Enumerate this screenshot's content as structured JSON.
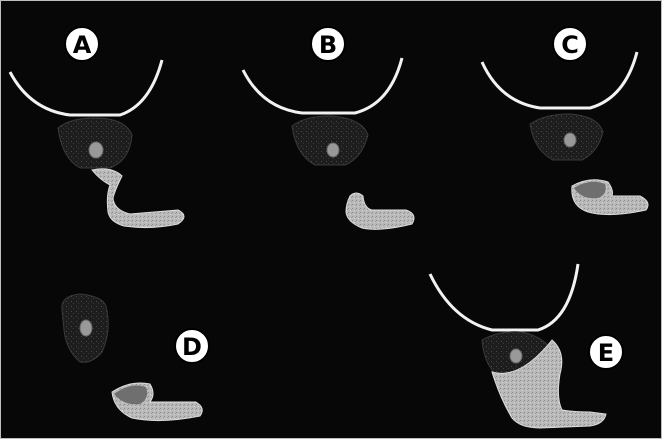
{
  "panels": [
    {
      "id": "A",
      "label": "A"
    },
    {
      "id": "B",
      "label": "B"
    },
    {
      "id": "C",
      "label": "C"
    },
    {
      "id": "D",
      "label": "D"
    },
    {
      "id": "E",
      "label": "E"
    }
  ],
  "colors": {
    "background": "#060606",
    "outline": "#f2f2f2",
    "organ_fill": "#2b2b2b",
    "lesion_fill": "#9e9e9e",
    "lesion_core": "#6f6f6f",
    "label_circle": "#ffffff",
    "label_text": "#000000"
  }
}
